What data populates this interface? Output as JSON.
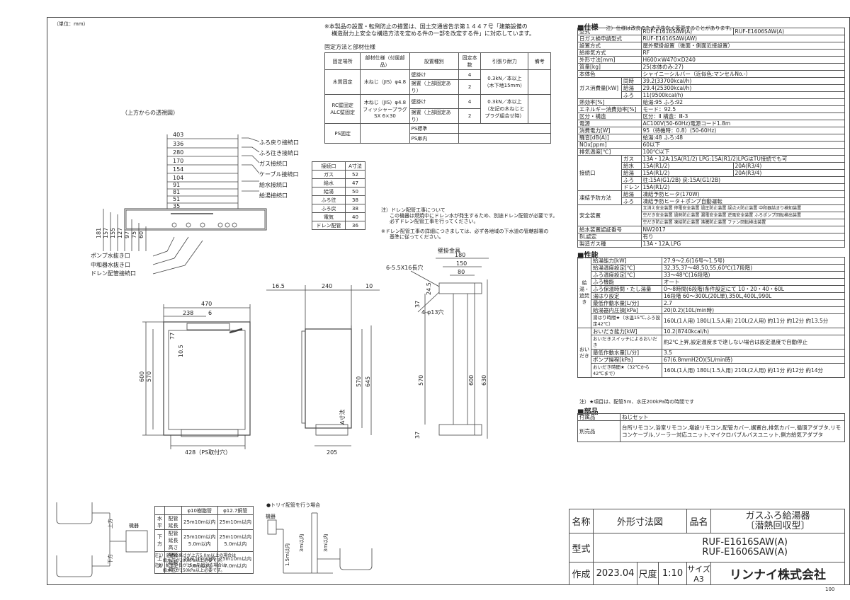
{
  "unit_note": "（単位：mm）",
  "page_no": "100",
  "notice": {
    "line1": "※本製品の設置・転倒防止の措置は、国土交通省告示第１４４７号「建築設備の",
    "line2": "構造耐力上安全な構造方法を定める件の一部を改定する件」に対応しています。"
  },
  "fix_method": {
    "title": "固定方法と部材仕様",
    "headers": [
      "固定場所",
      "部材仕様（付属部品）",
      "設置種別",
      "固定本数",
      "引張り耐力",
      "備考"
    ],
    "rows": [
      {
        "place": "木質固定",
        "spec": "木ねじ（JIS）φ4.8",
        "type1": "壁掛け",
        "n1": "4",
        "type2": "据置（上部固定あり）",
        "n2": "2",
        "strength": "0.3kN／本以上（木下地15mm）"
      },
      {
        "place": "RC壁固定 ALC壁固定",
        "spec": "木ねじ（JIS）φ4.8 フィッシャープラグSX 6×30",
        "type1": "壁掛け",
        "n1": "4",
        "type2": "据置（上部固定あり）",
        "n2": "2",
        "strength": "0.3kN／本以上（左記の木ねじとプラグ組合せ時）"
      },
      {
        "place": "PS固定",
        "type1": "PS標準",
        "type2": "PS扉内"
      }
    ]
  },
  "top_view_title": "（上方からの透視図）",
  "connection_labels": [
    "ふろ戻り接続口",
    "ふろ往き接続口",
    "ガス接続口",
    "ケーブル接続口",
    "給水接続口",
    "給湯接続口"
  ],
  "bottom_labels": [
    "ポンプ水抜き口",
    "中和器水抜き口",
    "ドレン配管接続口"
  ],
  "connection_table": {
    "headers": [
      "接続口",
      "A寸法"
    ],
    "rows": [
      [
        "ガス",
        "52"
      ],
      [
        "給水",
        "47"
      ],
      [
        "給湯",
        "50"
      ],
      [
        "ふろ往",
        "38"
      ],
      [
        "ふろ戻",
        "38"
      ],
      [
        "電気",
        "40"
      ],
      [
        "ドレン配管",
        "36"
      ]
    ]
  },
  "drain_note": {
    "l1": "注）ドレン配管工事について",
    "l2": "この機器は燃焼中にドレン水が発生するため、別途ドレン配管が必要です。",
    "l3": "必ずドレン配管工事を行ってください。",
    "l4": "※ドレン配管工事の詳細につきましては、必ず各地域の下水道の管轄部署の",
    "l5": "基準に従ってください。"
  },
  "dims": {
    "top": [
      "403",
      "336",
      "280",
      "170",
      "154",
      "104",
      "91",
      "81",
      "51",
      "35"
    ],
    "side_v": [
      "181",
      "157",
      "155",
      "127",
      "97",
      "75",
      "60"
    ],
    "front": {
      "w470": "470",
      "w238": "238",
      "w6": "6",
      "h600": "600",
      "h570": "570",
      "h10_5": "10.5",
      "h77": "77",
      "w428": "428（PS取付穴）"
    },
    "side": {
      "w16_5": "16.5",
      "w240": "240",
      "w10": "10",
      "h570": "570",
      "h645": "645",
      "w205": "205",
      "a_dim": "A寸法"
    },
    "bracket": {
      "title": "壁掛金具",
      "slot": "6-5.5X16長穴",
      "w180": "180",
      "w150": "150",
      "w80": "80",
      "h24_5": "24.5",
      "h37": "37",
      "hole": "4-φ13穴",
      "h570": "570",
      "h600": "600",
      "h630": "630",
      "h37b": "37"
    }
  },
  "spec": {
    "title": "■仕様",
    "note": "注）仕様は改良のため予告なく変更することがあります。",
    "rows": [
      {
        "k": "型式",
        "v": "RUF-E1616SAW(A)",
        "v2": "RUF-E1606SAW(A)"
      },
      {
        "k": "日ガス検申請型式",
        "v": "RUF-E1616SAW(AW)"
      },
      {
        "k": "設置方式",
        "v": "屋外壁掛設置（後面・側面近接設置）"
      },
      {
        "k": "給排気方式",
        "v": "RF"
      },
      {
        "k": "外形寸法[mm]",
        "v": "H600×W470×D240"
      },
      {
        "k": "質量[kg]",
        "v": "25(本体のみ:27)"
      },
      {
        "k": "本体色",
        "v": "シャイニーシルバー（近似色:マンセルNo.-）"
      }
    ],
    "gas": {
      "k": "ガス消費量[kW]",
      "rows": [
        [
          "同時",
          "39.2(33700kcal/h)"
        ],
        [
          "給湯",
          "29.4(25300kcal/h)"
        ],
        [
          "ふろ",
          "11(9500kcal/h)"
        ]
      ]
    },
    "rows2": [
      {
        "k": "熱効率[%]",
        "v": "給湯:95 ふろ:92"
      },
      {
        "k": "エネルギー消費効率[%]",
        "v": "モード：92.5"
      },
      {
        "k": "区分・構造",
        "v": "区分：Ⅱ 構造：Ⅲ-3"
      },
      {
        "k": "電源",
        "v": "AC100V(50-60Hz)電源コード1.8m"
      },
      {
        "k": "消費電力[W]",
        "v": "95（待機時：0.8）(50-60Hz)"
      },
      {
        "k": "騒音[dB(A)]",
        "v": "給湯:48 ふろ:48"
      },
      {
        "k": "NOx[ppm]",
        "v": "60以下"
      },
      {
        "k": "排気温度[℃]",
        "v": "100℃以下"
      }
    ],
    "connection": {
      "k": "接続口",
      "rows": [
        [
          "ガス",
          "13A・12A:15A(R1/2) LPG:15A(R1/2)LPGはTU接続でも可",
          ""
        ],
        [
          "給水",
          "15A(R1/2)",
          "20A(R3/4)"
        ],
        [
          "給湯",
          "15A(R1/2)",
          "20A(R3/4)"
        ],
        [
          "ふろ",
          "往:15A(G1/2B) 戻:15A(G1/2B)",
          ""
        ],
        [
          "ドレン",
          "15A(R1/2)",
          ""
        ]
      ]
    },
    "freeze": {
      "k": "凍結予防方法",
      "rows": [
        [
          "給湯",
          "凍結予防ヒータ(170W)"
        ],
        [
          "ふろ",
          "凍結予防ヒータ＋ポンプ自動運転"
        ]
      ]
    },
    "safety": {
      "k": "安全装置",
      "l1": "立消え安全装置 停電安全装置 過圧防止装置 誤点火防止装置 中和器詰まり検知装置",
      "l2": "空だき安全装置 過熱防止装置 漏電安全装置 逆風安全装置 ふろポンプ回転検出装置",
      "l3": "空だき防止装置 凍結防止装置 沸騰防止装置 ファン回転検出装置"
    },
    "rows3": [
      {
        "k": "給水装置認証番号",
        "v": "NW2017"
      },
      {
        "k": "BL認定",
        "v": "有り"
      },
      {
        "k": "製造ガス種",
        "v": "13A・12A,LPG"
      }
    ]
  },
  "perf": {
    "title": "■性能",
    "kyuto_label": "給湯・追焚き",
    "rows": [
      [
        "給湯能力[kW]",
        "27.9～2.6(16号～1.5号)"
      ],
      [
        "給湯温度設定[℃]",
        "32,35,37～48,50,55,60℃(17段階)"
      ],
      [
        "ふろ温度設定[℃]",
        "33～48℃(16段階)"
      ],
      [
        "ふろ機能",
        "オート"
      ],
      [
        "ふろ保温時間・たし湯量",
        "0～8時間(6段階)条件設定にて 10・20・40・60L"
      ],
      [
        "湯はり設定",
        "16段階 60～300L(20L単),350L,400L,990L"
      ],
      [
        "最低作動水量[L/分]",
        "2.7"
      ],
      [
        "給湯器内圧損[kPa]",
        "20(0.2)(10L/min時)"
      ],
      [
        "湯はり時間★（水温15℃,ふろ設定42℃）",
        "160L(1人用) 180L(1.5人用) 210L(2人用) 約11分 約12分 約13.5分"
      ]
    ],
    "oidaki_label": "おいだき",
    "rows2": [
      [
        "おいだき能力[kW]",
        "10.2(8740kcal/h)"
      ],
      [
        "おいだきスイッチによるおいだき",
        "約2℃上昇,設定温度まで達しない場合は設定温度で自動停止"
      ],
      [
        "最低作動水量[L/分]",
        "3.5"
      ],
      [
        "ポンプ揚程[kPa]",
        "67(6.8mmH2O)(5L/min時)"
      ],
      [
        "おいだき時間★（32℃から42℃まで）",
        "160L(1人用) 180L(1.5人用) 210L(2人用) 約11分 約12分 約14分"
      ]
    ],
    "note": "注）★項目は、配管5m、水圧200kPa時の時間です"
  },
  "parts": {
    "title": "■部品",
    "rows": [
      [
        "付属品",
        "ねじセット"
      ],
      [
        "別売品",
        "台所リモコン,浴室リモコン,増設リモコン,配管カバー,据置台,排気カバー,循環アダプタ,リモコンケーブル,ソーラー対応ユニット,マイクロバブルバスユニット,側方給気アダプタ"
      ]
    ]
  },
  "pipe_table": {
    "headers": [
      "",
      "",
      "φ10樹脂管",
      "φ12.7銅管"
    ],
    "rows": [
      [
        "水平",
        "配管延長",
        "25m10m以内",
        "25m10m以内"
      ],
      [
        "下方",
        "配管延長高さ",
        "25m10m以内 5.0m以内",
        "25m10m以内 5.0m以内"
      ],
      [
        "上方",
        "配管延長高さ",
        "25m10m以内 7.0m以内",
        "25m10m以内 7.0m以内"
      ]
    ],
    "notes": [
      "注1）浴槽の高さが上方5.0m以上の場合は",
      "給水圧が200kPa以上必要です。",
      "注2）配管延長が15mを超える場合は、",
      "給水圧が150kPa以上必要です。"
    ],
    "labels": {
      "kiki": "機器",
      "joho": "上方",
      "kaho": "下方"
    }
  },
  "trap_note": "●トリイ配管を行う場合",
  "trap_labels": {
    "kiki": "機器",
    "h1": "1.5m以内",
    "h2": "3m以内",
    "h3": "3m以内"
  },
  "title_block": {
    "name_label": "名称",
    "name_value": "外形寸法図",
    "product_label": "品名",
    "product_l1": "ガスふろ給湯器",
    "product_l2": "〔潜熱回収型〕",
    "model_label": "型式",
    "model_l1": "RUF-E1616SAW(A)",
    "model_l2": "RUF-E1606SAW(A)",
    "made_label": "作成",
    "made_date": "2023.04",
    "scale_label": "尺度",
    "scale_value": "1:10",
    "size_label": "サイズ",
    "size_value": "A3",
    "company": "リンナイ株式会社"
  }
}
